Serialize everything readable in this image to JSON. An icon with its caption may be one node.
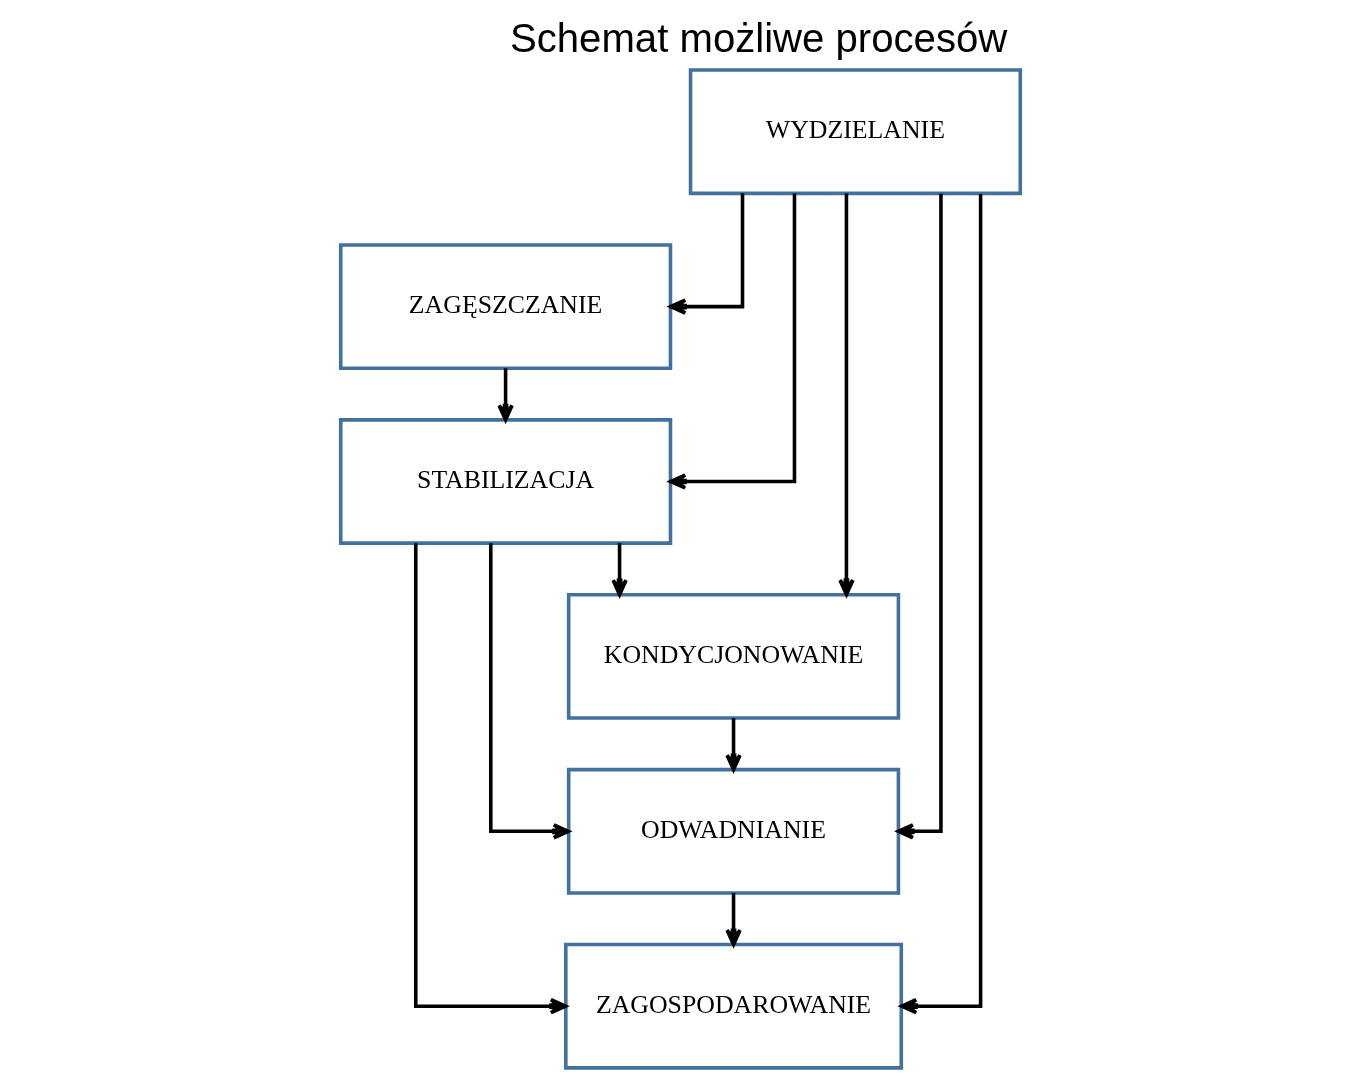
{
  "diagram": {
    "title": "Schemat możliwe procesów",
    "nodes": [
      {
        "text": [
          "WYDZIELANIE"
        ]
      },
      {
        "text": [
          "ZAGĘSZCZANIE"
        ]
      },
      {
        "text": [
          "STABILIZACJA"
        ]
      },
      {
        "text": [
          "KONDYCJONOWANIE"
        ]
      },
      {
        "text": [
          "ODWADNIANIE"
        ]
      },
      {
        "text": [
          "ZAGOSPODAROWANIE"
        ]
      }
    ],
    "edges": [
      {
        "from": 0,
        "to": 1,
        "arrow": "to"
      },
      {
        "from": 1,
        "to": 2,
        "arrow": "to"
      },
      {
        "from": 0,
        "to": 2,
        "arrow": "to"
      },
      {
        "from": 2,
        "to": 3,
        "arrow": "to"
      },
      {
        "from": 0,
        "to": 3,
        "arrow": "to"
      },
      {
        "from": 3,
        "to": 4,
        "arrow": "to"
      },
      {
        "from": 2,
        "to": 4,
        "arrow": "to"
      },
      {
        "from": 0,
        "to": 4,
        "arrow": "to"
      },
      {
        "from": 4,
        "to": 5,
        "arrow": "to"
      },
      {
        "from": 2,
        "to": 5,
        "arrow": "to"
      },
      {
        "from": 0,
        "to": 5,
        "arrow": "to"
      }
    ]
  }
}
